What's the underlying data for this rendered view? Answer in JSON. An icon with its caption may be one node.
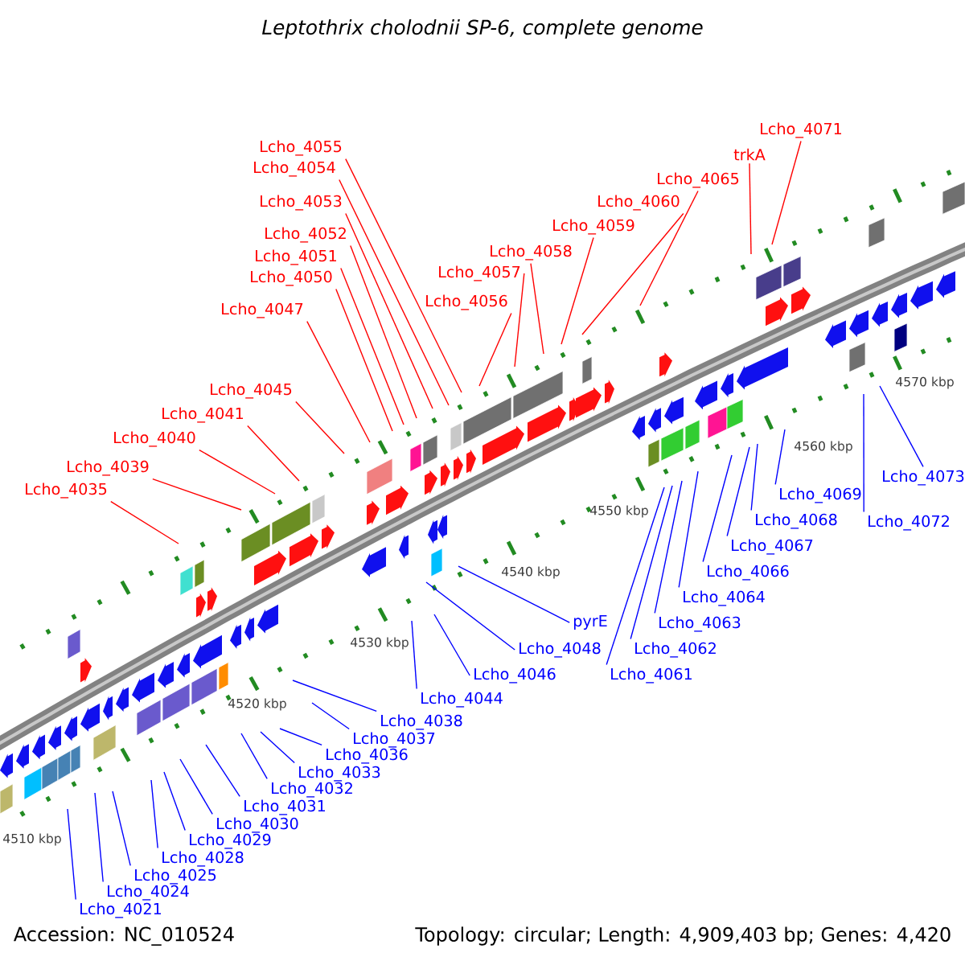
{
  "diagram": {
    "title": "Leptothrix cholodnii SP-6, complete genome",
    "nodes": [
      {
        "text": [
          "Lcho_4071"
        ]
      },
      {
        "text": [
          "Lcho_4055"
        ]
      },
      {
        "text": [
          "trkA"
        ]
      },
      {
        "text": [
          "Lcho_4054"
        ]
      },
      {
        "text": [
          "Lcho_4065"
        ]
      },
      {
        "text": [
          "Lcho_4053"
        ]
      },
      {
        "text": [
          "Lcho_4060"
        ]
      },
      {
        "text": [
          "Lcho_4059"
        ]
      },
      {
        "text": [
          "Lcho_4052"
        ]
      },
      {
        "text": [
          "Lcho_4058"
        ]
      },
      {
        "text": [
          "Lcho_4051"
        ]
      },
      {
        "text": [
          "Lcho_4057"
        ]
      },
      {
        "text": [
          "Lcho_4050"
        ]
      },
      {
        "text": [
          "Lcho_4056"
        ]
      },
      {
        "text": [
          "Lcho_4047"
        ]
      },
      {
        "text": [
          "Lcho_4045"
        ]
      },
      {
        "text": [
          "Lcho_4041"
        ]
      },
      {
        "text": [
          "Lcho_4040"
        ]
      },
      {
        "text": [
          "Lcho_4039"
        ]
      },
      {
        "text": [
          "Lcho_4035"
        ]
      },
      {
        "text": [
          "Lcho_4073"
        ]
      },
      {
        "text": [
          "Lcho_4069"
        ]
      },
      {
        "text": [
          "Lcho_4072"
        ]
      },
      {
        "text": [
          "Lcho_4068"
        ]
      },
      {
        "text": [
          "Lcho_4064"
        ]
      },
      {
        "text": [
          "Lcho_4062"
        ]
      },
      {
        "text": [
          "Lcho_4067"
        ]
      },
      {
        "text": [
          "Lcho_4061"
        ]
      },
      {
        "text": [
          "Lcho_4063"
        ]
      },
      {
        "text": [
          "pyrE"
        ]
      },
      {
        "text": [
          "Lcho_4066"
        ]
      },
      {
        "text": [
          "Lcho_4048"
        ]
      },
      {
        "text": [
          "Lcho_4046"
        ]
      },
      {
        "text": [
          "Lcho_4044"
        ]
      },
      {
        "text": [
          "Lcho_4038"
        ]
      },
      {
        "text": [
          "Lcho_4037"
        ]
      },
      {
        "text": [
          "Lcho_4033"
        ]
      },
      {
        "text": [
          "Lcho_4031"
        ]
      },
      {
        "text": [
          "Lcho_4036"
        ]
      },
      {
        "text": [
          "Lcho_4028"
        ]
      },
      {
        "text": [
          "Lcho_4032"
        ]
      },
      {
        "text": [
          "Lcho_4024"
        ]
      },
      {
        "text": [
          "Lcho_4029"
        ]
      },
      {
        "text": [
          "Lcho_4021"
        ]
      },
      {
        "text": [
          "Lcho_4025"
        ]
      },
      {
        "text": [
          "Lcho_4030"
        ]
      }
    ],
    "edges": [
      {
        "from": 0,
        "to": null,
        "arrow": "none",
        "color": "#ff0000"
      },
      {
        "from": 1,
        "to": null,
        "arrow": "none",
        "color": "#ff0000"
      },
      {
        "from": 2,
        "to": null,
        "arrow": "none",
        "color": "#ff0000"
      },
      {
        "from": 3,
        "to": null,
        "arrow": "none",
        "color": "#ff0000"
      },
      {
        "from": 4,
        "to": null,
        "arrow": "none",
        "color": "#ff0000"
      },
      {
        "from": 5,
        "to": null,
        "arrow": "none",
        "color": "#ff0000"
      },
      {
        "from": 6,
        "to": null,
        "arrow": "none",
        "color": "#ff0000"
      },
      {
        "from": 7,
        "to": null,
        "arrow": "none",
        "color": "#ff0000"
      },
      {
        "from": 8,
        "to": null,
        "arrow": "none",
        "color": "#ff0000"
      },
      {
        "from": 9,
        "to": null,
        "arrow": "none",
        "color": "#ff0000"
      },
      {
        "from": 10,
        "to": null,
        "arrow": "none",
        "color": "#ff0000"
      },
      {
        "from": 11,
        "to": null,
        "arrow": "none",
        "color": "#ff0000"
      },
      {
        "from": 12,
        "to": null,
        "arrow": "none",
        "color": "#ff0000"
      },
      {
        "from": 13,
        "to": null,
        "arrow": "none",
        "color": "#ff0000"
      },
      {
        "from": 14,
        "to": null,
        "arrow": "none",
        "color": "#ff0000"
      },
      {
        "from": 15,
        "to": null,
        "arrow": "none",
        "color": "#ff0000"
      },
      {
        "from": 16,
        "to": null,
        "arrow": "none",
        "color": "#ff0000"
      },
      {
        "from": 17,
        "to": null,
        "arrow": "none",
        "color": "#ff0000"
      },
      {
        "from": 18,
        "to": null,
        "arrow": "none",
        "color": "#ff0000"
      },
      {
        "from": 19,
        "to": null,
        "arrow": "none",
        "color": "#ff0000"
      },
      {
        "from": 20,
        "to": null,
        "arrow": "none"
      },
      {
        "from": 21,
        "to": null,
        "arrow": "none"
      },
      {
        "from": 22,
        "to": null,
        "arrow": "none"
      },
      {
        "from": 23,
        "to": null,
        "arrow": "none"
      },
      {
        "from": 24,
        "to": null,
        "arrow": "none"
      },
      {
        "from": 25,
        "to": null,
        "arrow": "none"
      },
      {
        "from": 26,
        "to": null,
        "arrow": "none"
      },
      {
        "from": 27,
        "to": null,
        "arrow": "none"
      },
      {
        "from": 28,
        "to": null,
        "arrow": "none"
      },
      {
        "from": 29,
        "to": null,
        "arrow": "none"
      },
      {
        "from": 30,
        "to": null,
        "arrow": "none"
      },
      {
        "from": 31,
        "to": null,
        "arrow": "none"
      },
      {
        "from": 32,
        "to": null,
        "arrow": "none"
      },
      {
        "from": 33,
        "to": null,
        "arrow": "none"
      },
      {
        "from": 34,
        "to": null,
        "arrow": "none"
      },
      {
        "from": 35,
        "to": null,
        "arrow": "none"
      },
      {
        "from": 36,
        "to": null,
        "arrow": "none"
      },
      {
        "from": 37,
        "to": null,
        "arrow": "none"
      },
      {
        "from": 38,
        "to": null,
        "arrow": "none"
      },
      {
        "from": 39,
        "to": null,
        "arrow": "none"
      },
      {
        "from": 40,
        "to": null,
        "arrow": "none"
      },
      {
        "from": 41,
        "to": null,
        "arrow": "none"
      },
      {
        "from": 42,
        "to": null,
        "arrow": "none"
      },
      {
        "from": 43,
        "to": null,
        "arrow": "none"
      },
      {
        "from": 44,
        "to": null,
        "arrow": "none"
      },
      {
        "from": 45,
        "to": null,
        "arrow": "none"
      }
    ],
    "labels": [
      "4510 kbp",
      "4520 kbp",
      "4530 kbp",
      "4540 kbp",
      "4550 kbp",
      "4560 kbp",
      "4570 kbp",
      "Accession: NC_010524",
      "Topology: circular; Length: 4,909,403 bp; Genes: 4,420"
    ]
  }
}
